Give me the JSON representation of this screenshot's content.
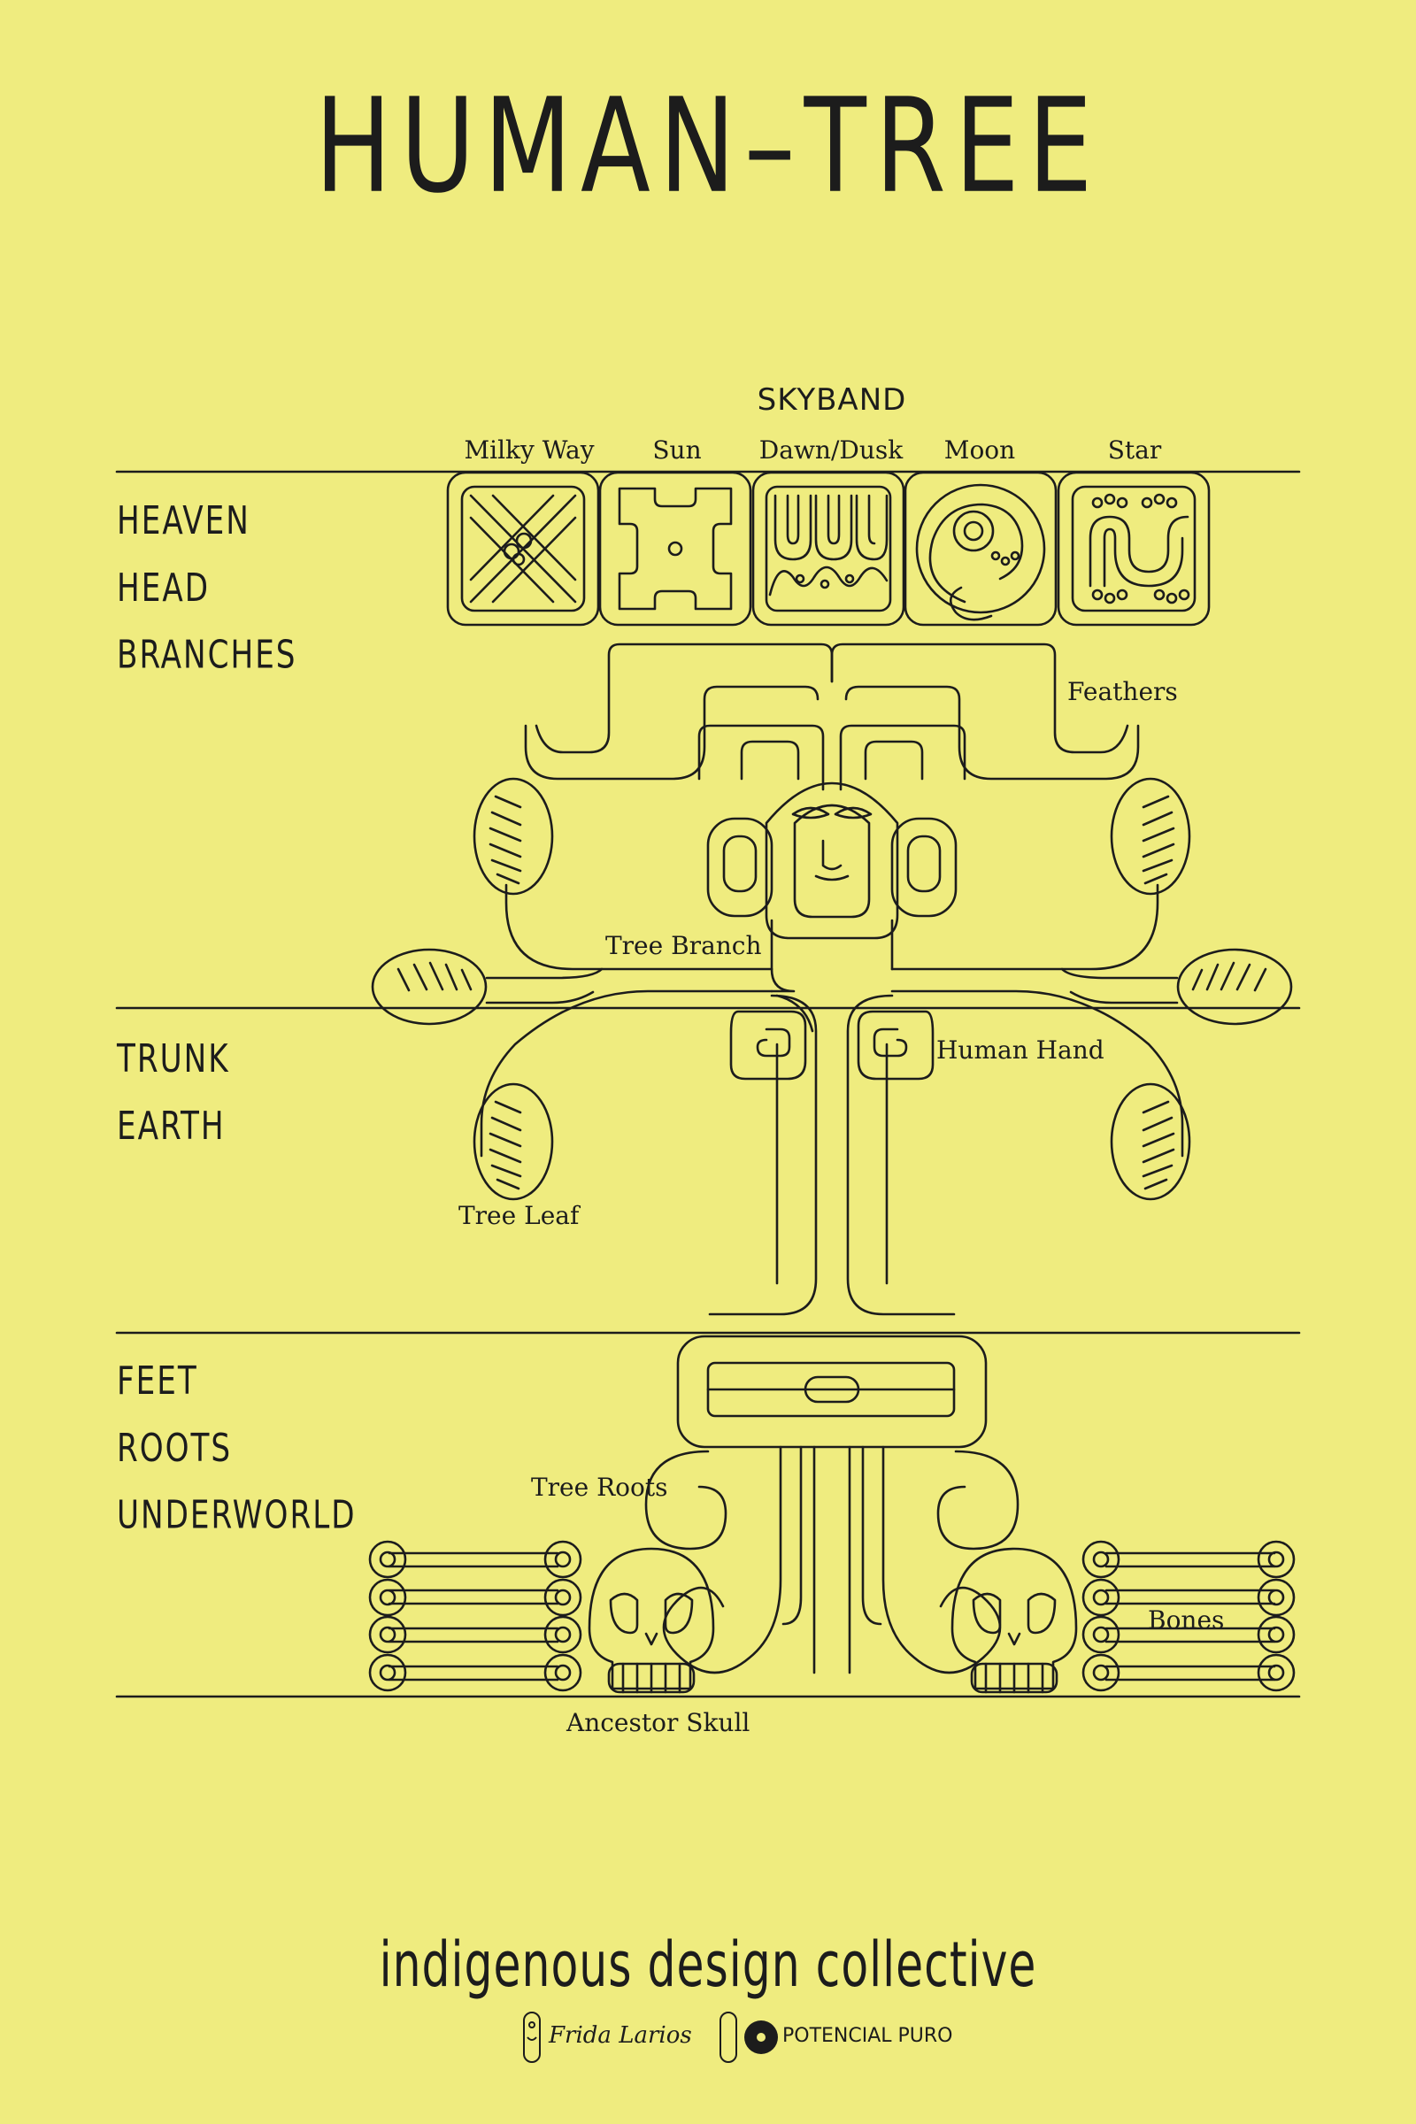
{
  "title": "HUMAN–TREE",
  "skyband": {
    "title": "SKYBAND",
    "glyphs": [
      "Milky Way",
      "Sun",
      "Dawn/Dusk",
      "Moon",
      "Star"
    ]
  },
  "levels": {
    "top": [
      "HEAVEN",
      "HEAD",
      "BRANCHES"
    ],
    "middle": [
      "TRUNK",
      "EARTH"
    ],
    "bottom": [
      "FEET",
      "ROOTS",
      "UNDERWORLD"
    ]
  },
  "annotations": {
    "feathers": "Feathers",
    "tree_branch": "Tree Branch",
    "human_hand": "Human Hand",
    "tree_leaf": "Tree Leaf",
    "tree_roots": "Tree Roots",
    "bones": "Bones",
    "ancestor_skull": "Ancestor Skull"
  },
  "footer": {
    "brand": "indigenous design collective",
    "credit_left": "Frida Larios",
    "credit_right": "POTENCIAL PURO"
  },
  "colors": {
    "background": "#efec7f",
    "ink": "#1c1c1c"
  }
}
